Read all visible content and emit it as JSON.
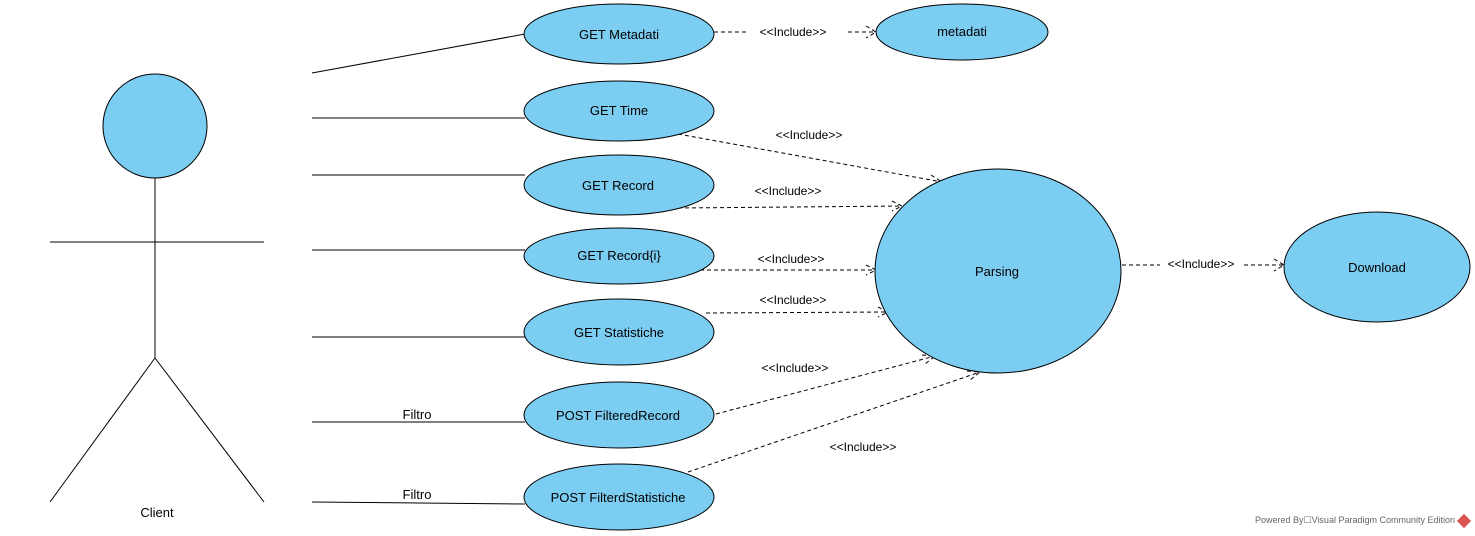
{
  "actor": {
    "name": "Client"
  },
  "use_cases": {
    "get_metadati": "GET Metadati",
    "metadati": "metadati",
    "get_time": "GET Time",
    "get_record": "GET Record",
    "get_record_i": "GET Record{i}",
    "get_statistiche": "GET Statistiche",
    "post_filtered_record": "POST FilteredRecord",
    "post_filterd_statistiche": "POST FilterdStatistiche",
    "parsing": "Parsing",
    "download": "Download"
  },
  "association_labels": {
    "filtro_1": "Filtro",
    "filtro_2": "Filtro"
  },
  "stereotype": "<<Include>>",
  "footer": {
    "text": "Powered By☐Visual Paradigm Community Edition"
  },
  "colors": {
    "use_case_fill": "#7ccdf2",
    "stroke": "#000000"
  }
}
